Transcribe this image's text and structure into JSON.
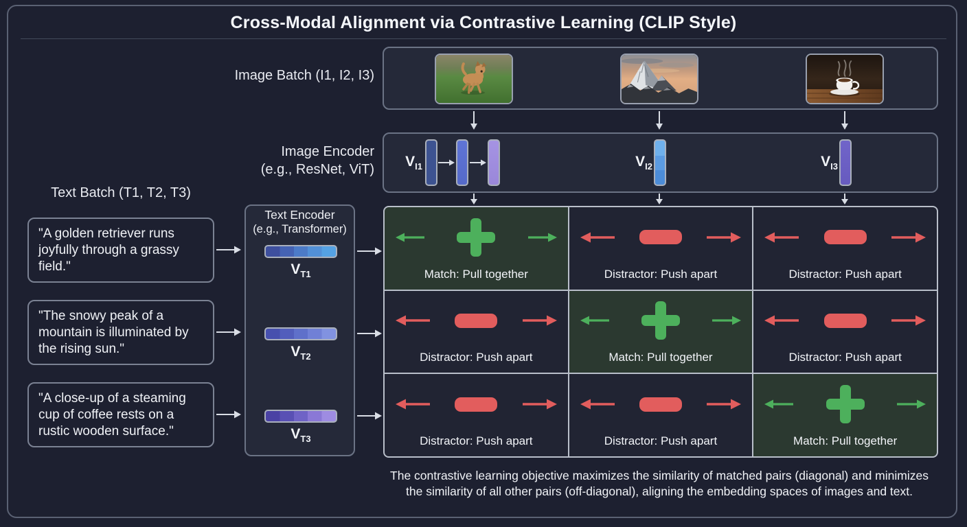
{
  "title": "Cross-Modal Alignment via Contrastive Learning (CLIP Style)",
  "image_batch": {
    "label": "Image Batch (I1, I2, I3)",
    "images": [
      {
        "name": "dog-photo",
        "description": "golden retriever running through a grassy field"
      },
      {
        "name": "mountain-photo",
        "description": "snowy mountain peak at sunrise"
      },
      {
        "name": "coffee-photo",
        "description": "steaming coffee cup on a wooden table"
      }
    ]
  },
  "image_encoder": {
    "label_line1": "Image Encoder",
    "label_line2": "(e.g., ResNet, ViT)",
    "vectors": [
      {
        "base": "V",
        "sub": "I1"
      },
      {
        "base": "V",
        "sub": "I2"
      },
      {
        "base": "V",
        "sub": "I3"
      }
    ]
  },
  "text_batch": {
    "label": "Text Batch (T1, T2, T3)",
    "items": [
      "\"A golden retriever runs joyfully through a grassy field.\"",
      "\"The snowy peak of a mountain is illuminated by the rising sun.\"",
      "\"A close-up of a steaming cup of coffee rests on a rustic wooden surface.\""
    ]
  },
  "text_encoder": {
    "label_line1": "Text Encoder",
    "label_line2": "(e.g., Transformer)",
    "vectors": [
      {
        "base": "V",
        "sub": "T1"
      },
      {
        "base": "V",
        "sub": "T2"
      },
      {
        "base": "V",
        "sub": "T3"
      }
    ]
  },
  "matrix": {
    "cells": [
      {
        "type": "match",
        "label": "Match: Pull together"
      },
      {
        "type": "distractor",
        "label": "Distractor: Push apart"
      },
      {
        "type": "distractor",
        "label": "Distractor: Push apart"
      },
      {
        "type": "distractor",
        "label": "Distractor: Push apart"
      },
      {
        "type": "match",
        "label": "Match: Pull together"
      },
      {
        "type": "distractor",
        "label": "Distractor: Push apart"
      },
      {
        "type": "distractor",
        "label": "Distractor: Push apart"
      },
      {
        "type": "distractor",
        "label": "Distractor: Push apart"
      },
      {
        "type": "match",
        "label": "Match: Pull together"
      }
    ]
  },
  "caption": {
    "line1": "The contrastive learning objective maximizes the similarity of matched pairs (diagonal) and minimizes",
    "line2": "the similarity of all other pairs (off-diagonal), aligning the embedding spaces of images and text."
  },
  "colors": {
    "background": "#1d2030",
    "panel": "#252939",
    "match_bg": "#2b3930",
    "distractor_bg": "#212433",
    "match_green": "#4db05c",
    "distractor_red": "#e25d5d",
    "grid_border": "#b9bfca",
    "arrow": "#d9dde5"
  }
}
